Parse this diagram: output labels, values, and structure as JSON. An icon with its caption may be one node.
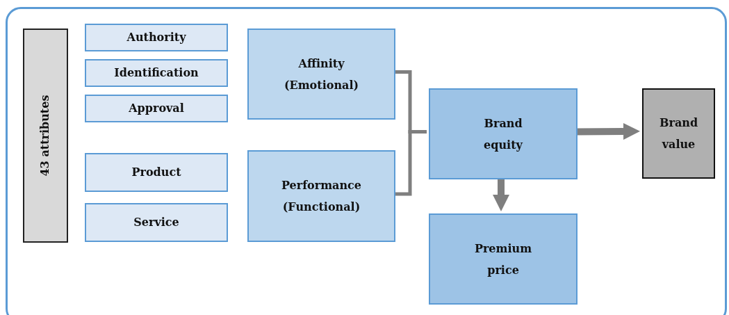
{
  "diagram": {
    "nodes": [
      {
        "text": [],
        "shape": "box"
      },
      {
        "text": [
          "43 attributes"
        ],
        "in": 0
      },
      {
        "text": [
          "Authority"
        ],
        "in": 0
      },
      {
        "text": [
          "Identification"
        ],
        "in": 0
      },
      {
        "text": [
          "Approval"
        ],
        "in": 0
      },
      {
        "text": [
          "Product"
        ],
        "in": 0
      },
      {
        "text": [
          "Service"
        ],
        "in": 0
      },
      {
        "text": [
          "Affinity (Emotional)"
        ],
        "in": 0
      },
      {
        "text": [
          "Performance (Functional)"
        ],
        "in": 0
      },
      {
        "text": [
          "Brand equity"
        ],
        "in": 0
      },
      {
        "text": [
          "Brand value"
        ],
        "in": 0
      },
      {
        "text": [
          "Premium price"
        ],
        "in": 0
      }
    ],
    "edges": [
      {
        "from": 7,
        "to": 9,
        "arrow": "none"
      },
      {
        "from": 8,
        "to": 9,
        "arrow": "none"
      },
      {
        "from": 9,
        "to": 10,
        "arrow": "to",
        "style": "thick"
      },
      {
        "from": 9,
        "to": 11,
        "arrow": "to",
        "style": "thick"
      }
    ]
  }
}
